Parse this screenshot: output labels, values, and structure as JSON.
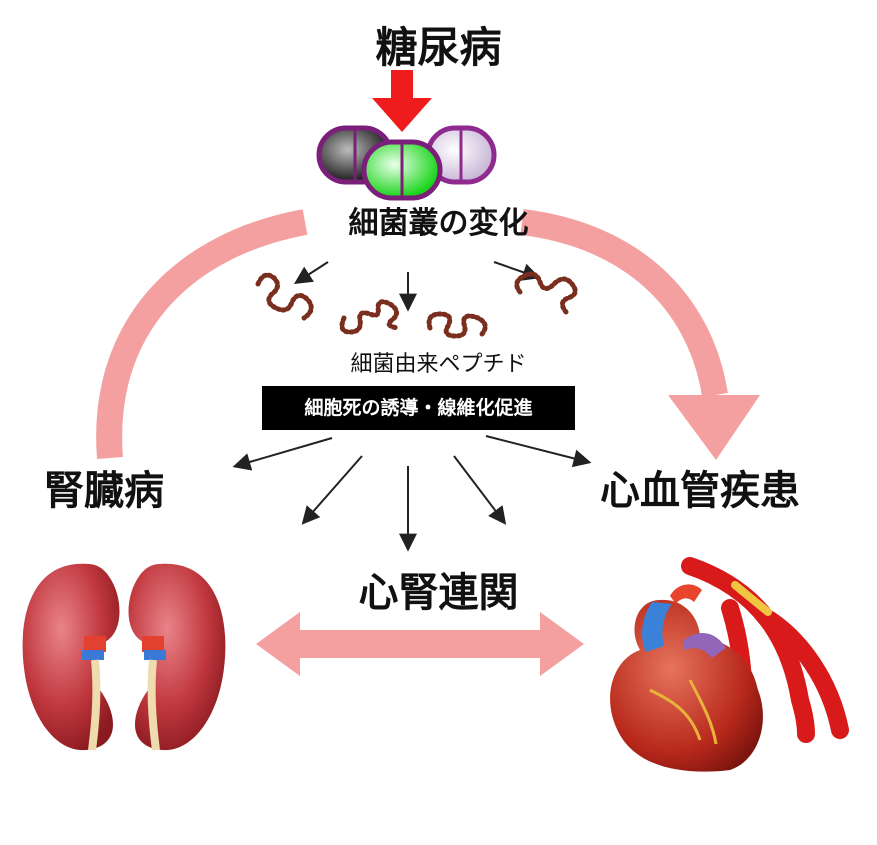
{
  "labels": {
    "top": "糖尿病",
    "microbiome": "細菌叢の変化",
    "peptide": "細菌由来ペプチド",
    "effect": "細胞死の誘導・線維化促進",
    "kidney_disease": "腎臓病",
    "cardio_disease": "心血管疾患",
    "cardiorenal": "心腎連関"
  },
  "colors": {
    "down_arrow": "#ee1c1c",
    "curve_arrow": "#f4a0a0",
    "double_arrow": "#f4a0a0",
    "peptide_chain": "#7a2e1e",
    "kidney": "#b6282b",
    "heart": "#c2281c",
    "box_bg": "#000000",
    "box_text": "#ffffff"
  },
  "icons": [
    "bacteria-icon",
    "peptide-chain-icon",
    "kidney-icon",
    "heart-icon",
    "artery-icon"
  ]
}
